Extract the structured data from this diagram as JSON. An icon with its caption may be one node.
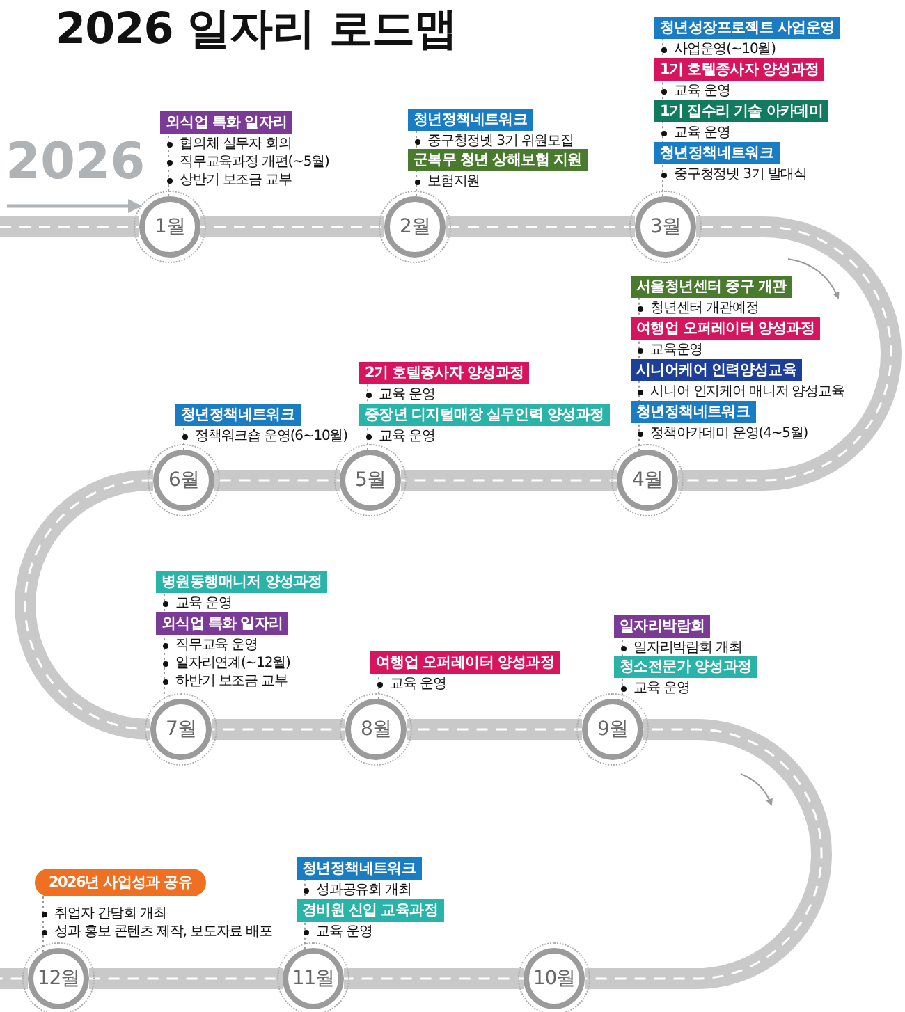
{
  "diagram": {
    "title": "2026 일자리 로드맵",
    "nodes": [
      {
        "text": [
          "1월"
        ]
      },
      {
        "text": [
          "2월"
        ]
      },
      {
        "text": [
          "3월"
        ]
      },
      {
        "text": [
          "4월"
        ]
      },
      {
        "text": [
          "5월"
        ]
      },
      {
        "text": [
          "6월"
        ]
      },
      {
        "text": [
          "7월"
        ]
      },
      {
        "text": [
          "8월"
        ]
      },
      {
        "text": [
          "9월"
        ]
      },
      {
        "text": [
          "10월"
        ]
      },
      {
        "text": [
          "11월"
        ]
      },
      {
        "text": [
          "12월"
        ]
      },
      {
        "text": [
          "외식업 특화 일자리"
        ],
        "beside": [
          "협의체 실무자 회의",
          "직무교육과정 개편(~5월)",
          "상반기 보조금 교부"
        ]
      },
      {
        "text": [
          "청년정책네트워크"
        ],
        "beside": [
          "중구청정넷 3기 위원모집"
        ]
      },
      {
        "text": [
          "군복무 청년 상해보험 지원"
        ],
        "beside": [
          "보험지원"
        ]
      },
      {
        "text": [
          "청년성장프로젝트 사업운영"
        ],
        "beside": [
          "사업운영(~10월)"
        ]
      },
      {
        "text": [
          "1기 호텔종사자 양성과정"
        ],
        "beside": [
          "교육 운영"
        ]
      },
      {
        "text": [
          "1기 집수리 기술 아카데미"
        ],
        "beside": [
          "교육 운영"
        ]
      },
      {
        "text": [
          "청년정책네트워크"
        ],
        "beside": [
          "중구청정넷 3기 발대식"
        ]
      },
      {
        "text": [
          "서울청년센터 중구 개관"
        ],
        "beside": [
          "청년센터 개관예정"
        ]
      },
      {
        "text": [
          "여행업 오퍼레이터 양성과정"
        ],
        "beside": [
          "교육운영"
        ]
      },
      {
        "text": [
          "시니어케어 인력양성교육"
        ],
        "beside": [
          "시니어 인지케어 매니저 양성교육"
        ]
      },
      {
        "text": [
          "청년정책네트워크"
        ],
        "beside": [
          "정책아카데미 운영(4~5월)"
        ]
      },
      {
        "text": [
          "2기 호텔종사자 양성과정"
        ],
        "beside": [
          "교육 운영"
        ]
      },
      {
        "text": [
          "중장년 디지털매장 실무인력 양성과정"
        ],
        "beside": [
          "교육 운영"
        ]
      },
      {
        "text": [
          "청년정책네트워크"
        ],
        "beside": [
          "정책워크숍 운영(6~10월)"
        ]
      },
      {
        "text": [
          "병원동행매니저 양성과정"
        ],
        "beside": [
          "교육 운영"
        ]
      },
      {
        "text": [
          "외식업 특화 일자리"
        ],
        "beside": [
          "직무교육 운영",
          "일자리연계(~12월)",
          "하반기 보조금 교부"
        ]
      },
      {
        "text": [
          "여행업 오퍼레이터 양성과정"
        ],
        "beside": [
          "교육 운영"
        ]
      },
      {
        "text": [
          "일자리박람회"
        ],
        "beside": [
          "일자리박람회 개최"
        ]
      },
      {
        "text": [
          "청소전문가 양성과정"
        ],
        "beside": [
          "교육 운영"
        ]
      },
      {
        "text": [
          "2026년 사업성과 공유"
        ],
        "beside": [
          "취업자 간담회 개최",
          "성과 홍보 콘텐츠 제작, 보도자료 배포"
        ]
      },
      {
        "text": [
          "청년정책네트워크"
        ],
        "beside": [
          "성과공유회 개최"
        ]
      },
      {
        "text": [
          "경비원 신입 교육과정"
        ],
        "beside": [
          "교육 운영"
        ]
      }
    ],
    "edges": [
      {
        "from": 0,
        "to": 1,
        "arrow": "none",
        "style": "thick",
        "color": "#c9c9c9"
      },
      {
        "from": 1,
        "to": 2,
        "arrow": "none",
        "style": "thick",
        "color": "#c9c9c9"
      },
      {
        "from": 2,
        "to": 3,
        "arrow": "none",
        "style": "thick",
        "color": "#c9c9c9"
      },
      {
        "from": 3,
        "to": 4,
        "arrow": "none",
        "style": "thick",
        "color": "#c9c9c9"
      },
      {
        "from": 4,
        "to": 5,
        "arrow": "none",
        "style": "thick",
        "color": "#c9c9c9"
      },
      {
        "from": 5,
        "to": 6,
        "arrow": "none",
        "style": "thick",
        "color": "#c9c9c9"
      },
      {
        "from": 6,
        "to": 7,
        "arrow": "none",
        "style": "thick",
        "color": "#c9c9c9"
      },
      {
        "from": 7,
        "to": 8,
        "arrow": "none",
        "style": "thick",
        "color": "#c9c9c9"
      },
      {
        "from": 8,
        "to": 9,
        "arrow": "none",
        "style": "thick",
        "color": "#c9c9c9"
      },
      {
        "from": 9,
        "to": 10,
        "arrow": "none",
        "style": "thick",
        "color": "#c9c9c9"
      },
      {
        "from": 10,
        "to": 11,
        "arrow": "none",
        "style": "thick",
        "color": "#c9c9c9"
      },
      {
        "from": 0,
        "to": 12,
        "arrow": "none",
        "style": "dashed"
      },
      {
        "from": 1,
        "to": 13,
        "arrow": "none",
        "style": "dashed"
      },
      {
        "from": 2,
        "to": 15,
        "arrow": "none",
        "style": "dashed"
      },
      {
        "from": 3,
        "to": 19,
        "arrow": "none",
        "style": "dashed"
      },
      {
        "from": 4,
        "to": 23,
        "arrow": "none",
        "style": "dashed"
      },
      {
        "from": 5,
        "to": 25,
        "arrow": "none",
        "style": "dashed"
      },
      {
        "from": 6,
        "to": 26,
        "arrow": "none",
        "style": "dashed"
      },
      {
        "from": 7,
        "to": 28,
        "arrow": "none",
        "style": "dashed"
      },
      {
        "from": 8,
        "to": 29,
        "arrow": "none",
        "style": "dashed"
      },
      {
        "from": 10,
        "to": 32,
        "arrow": "none",
        "style": "dashed"
      },
      {
        "from": 11,
        "to": 31,
        "arrow": "none",
        "style": "dashed"
      }
    ],
    "labels": [
      "2026"
    ]
  }
}
